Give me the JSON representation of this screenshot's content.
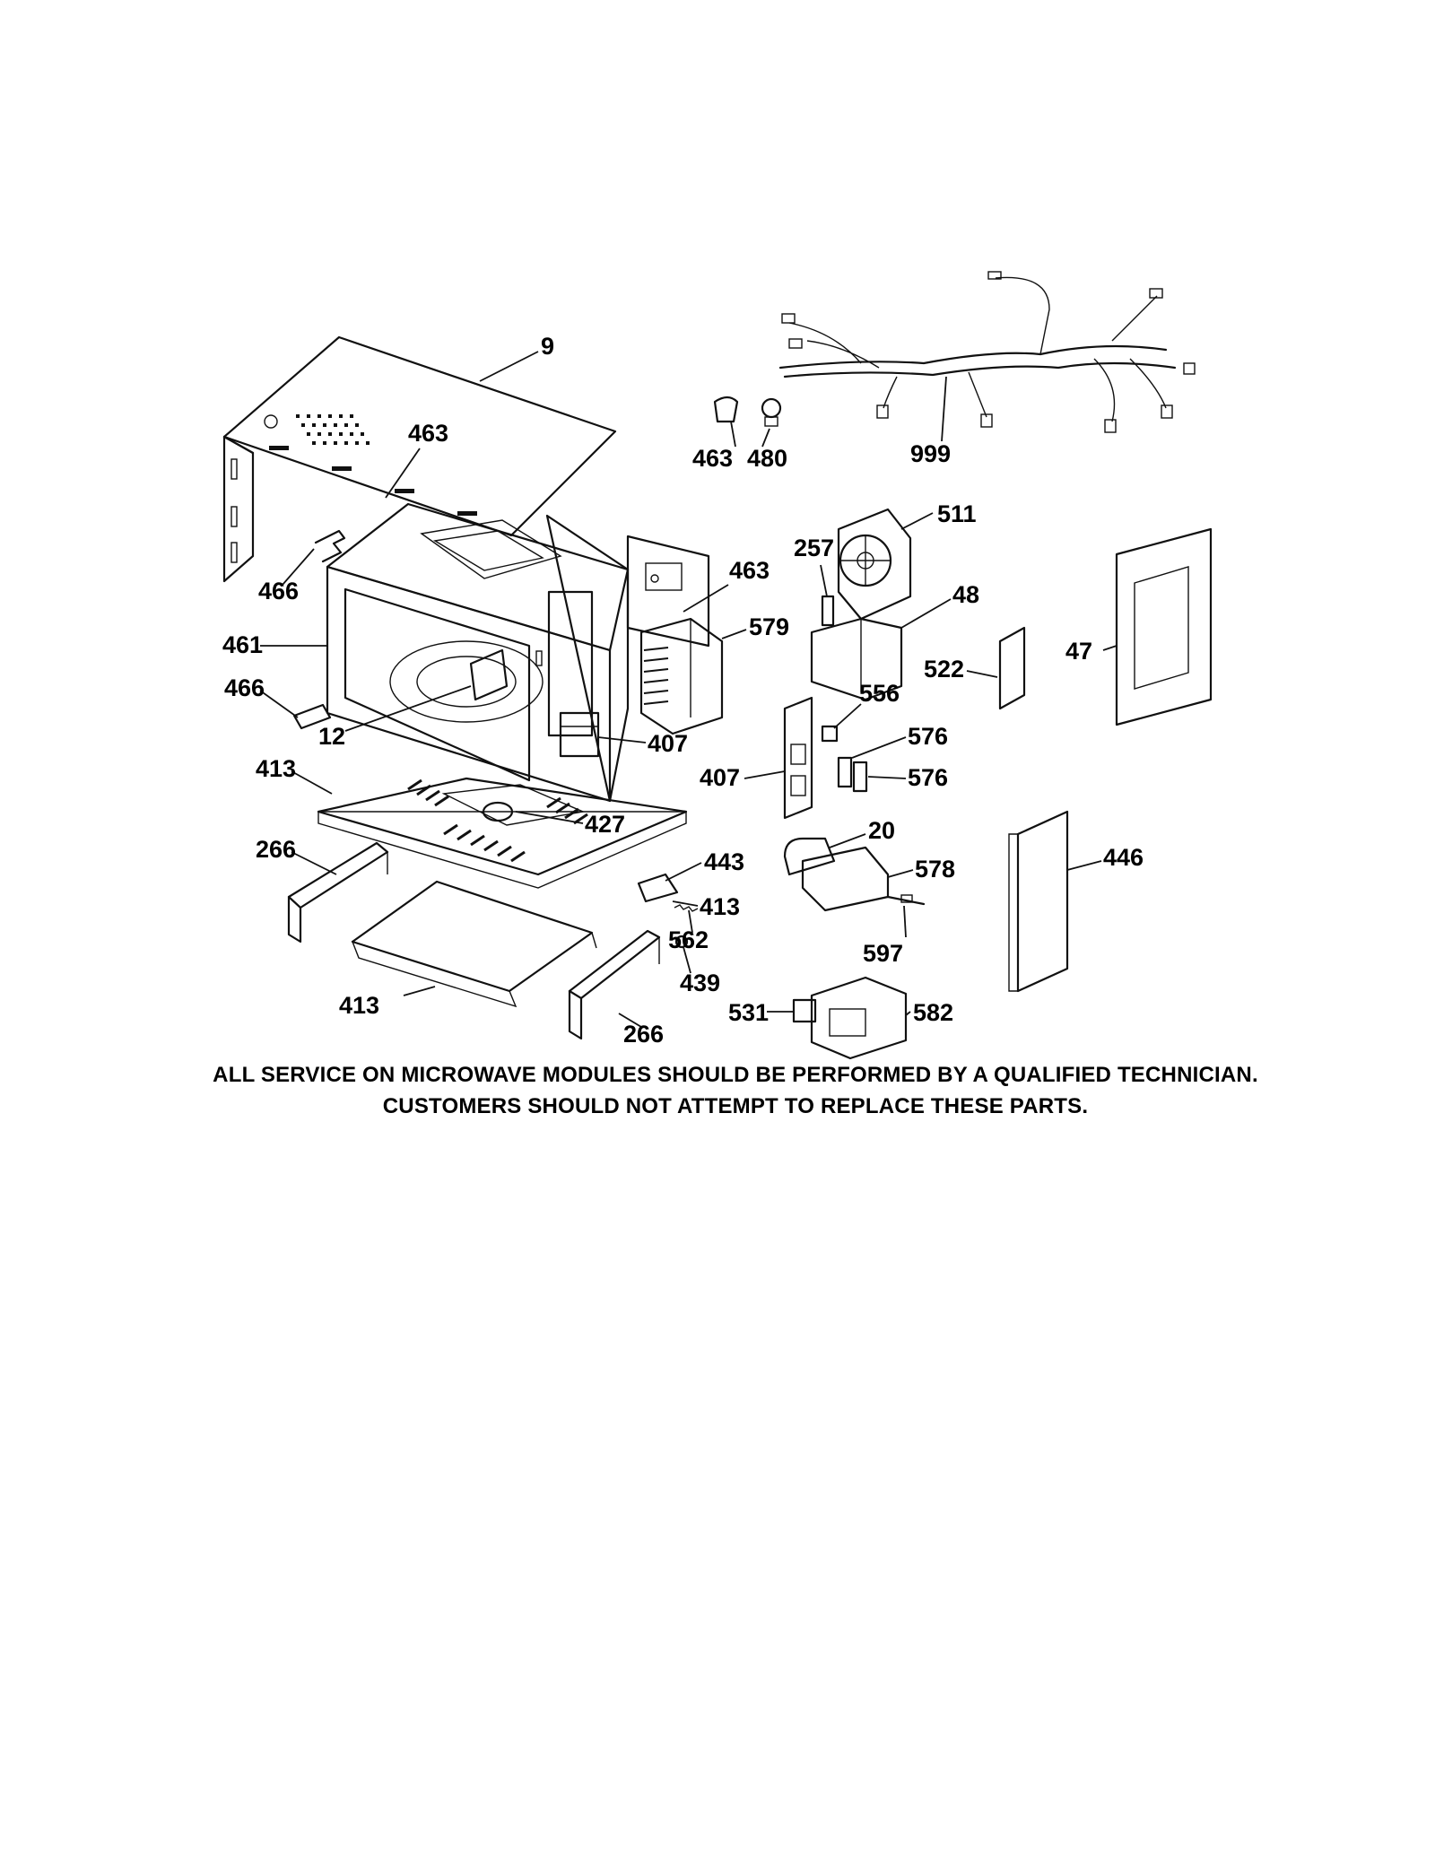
{
  "notice": {
    "line1": "ALL SERVICE ON MICROWAVE MODULES SHOULD BE PERFORMED BY A QUALIFIED TECHNICIAN.",
    "line2": "CUSTOMERS SHOULD NOT ATTEMPT TO REPLACE THESE PARTS."
  },
  "callouts": {
    "c9": "9",
    "c463a": "463",
    "c463b": "463",
    "c463c": "463",
    "c480": "480",
    "c999": "999",
    "c511": "511",
    "c257": "257",
    "c48": "48",
    "c47": "47",
    "c522": "522",
    "c579": "579",
    "c466a": "466",
    "c466b": "466",
    "c461": "461",
    "c12": "12",
    "c407a": "407",
    "c407b": "407",
    "c413a": "413",
    "c413b": "413",
    "c413c": "413",
    "c427": "427",
    "c266a": "266",
    "c266b": "266",
    "c556": "556",
    "c576a": "576",
    "c576b": "576",
    "c20": "20",
    "c578": "578",
    "c446": "446",
    "c443": "443",
    "c562": "562",
    "c597": "597",
    "c439": "439",
    "c531": "531",
    "c582": "582"
  }
}
